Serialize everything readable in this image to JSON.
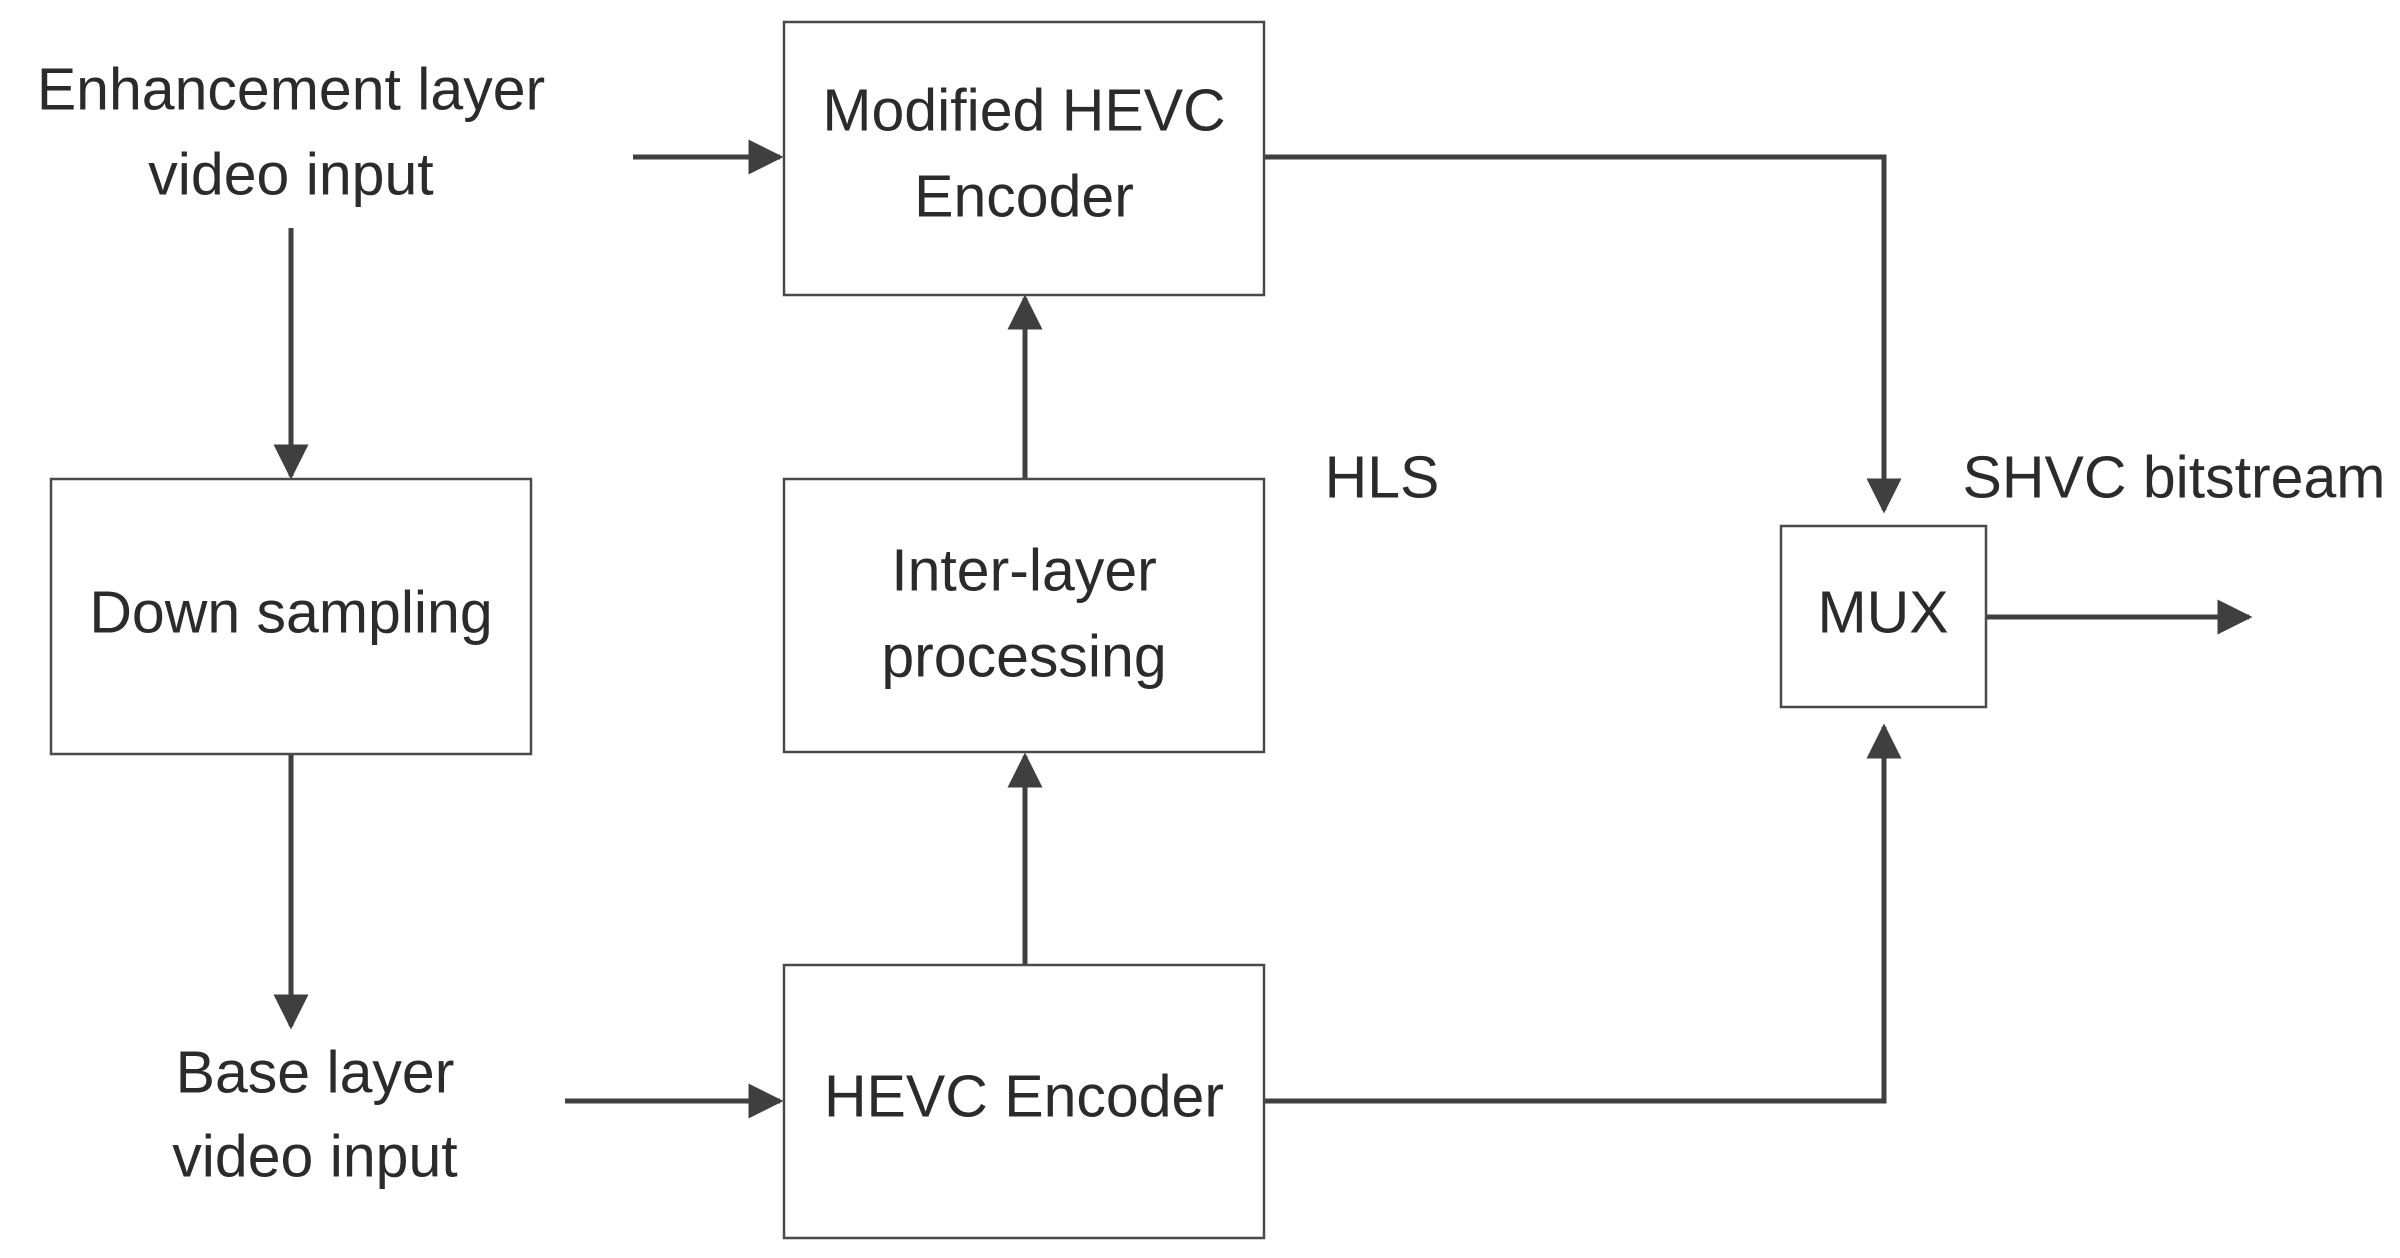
{
  "diagram": {
    "colors": {
      "line": "#3f3f3f",
      "box_border": "#4a4a4a",
      "text": "#2b2b2b",
      "background": "#ffffff"
    },
    "nodes": {
      "modified_encoder": {
        "line1": "Modified HEVC",
        "line2": "Encoder"
      },
      "down_sampling": {
        "label": "Down sampling"
      },
      "inter_layer": {
        "line1": "Inter-layer",
        "line2": "processing"
      },
      "hevc_encoder": {
        "label": "HEVC Encoder"
      },
      "mux": {
        "label": "MUX"
      }
    },
    "labels": {
      "enhancement_input": {
        "line1": "Enhancement layer",
        "line2": "video input"
      },
      "base_input": {
        "line1": "Base layer",
        "line2": "video input"
      },
      "hls": "HLS",
      "shvc_bitstream": "SHVC bitstream"
    }
  }
}
